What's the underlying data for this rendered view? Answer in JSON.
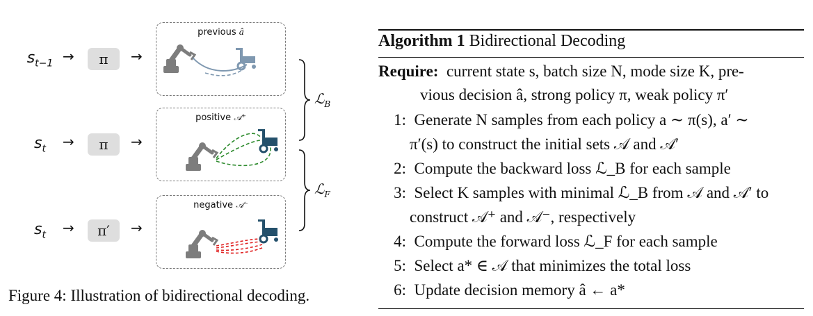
{
  "figure": {
    "rows": [
      {
        "state": "s",
        "state_sub": "t−1",
        "policy": "π",
        "panel_label_text": "previous ",
        "panel_label_sym": "â"
      },
      {
        "state": "s",
        "state_sub": "t",
        "policy": "π",
        "panel_label_text": "positive ",
        "panel_label_sym": "𝒜⁺"
      },
      {
        "state": "s",
        "state_sub": "t",
        "policy": "π′",
        "panel_label_text": "negative ",
        "panel_label_sym": "𝒜⁻"
      }
    ],
    "arrow": "→",
    "loss_backward": {
      "symbol": "ℒ",
      "sub": "B"
    },
    "loss_forward": {
      "symbol": "ℒ",
      "sub": "F"
    },
    "caption": "Figure 4: Illustration of bidirectional decoding.",
    "colors": {
      "robot": "#7d7d7d",
      "target": "#24506b",
      "previous_path": "#7f98b0",
      "positive_path": "#2e8b2e",
      "negative_path": "#e02020",
      "policy_box": "#dedede"
    }
  },
  "algorithm": {
    "label": "Algorithm 1",
    "title": " Bidirectional Decoding",
    "require_label": "Require:",
    "require_line1": "current state s, batch size N, mode size K, pre-",
    "require_line2": "vious decision â, strong policy π, weak policy π′",
    "steps": [
      {
        "num": "1:",
        "line1": "Generate N samples from each policy a ∼ π(s), a′ ∼",
        "line2": "π′(s) to construct the initial sets 𝒜 and 𝒜′"
      },
      {
        "num": "2:",
        "line1": "Compute the backward loss ℒ_B for each sample"
      },
      {
        "num": "3:",
        "line1": "Select K samples with minimal ℒ_B from 𝒜 and 𝒜′ to",
        "line2": "construct 𝒜⁺ and 𝒜⁻, respectively"
      },
      {
        "num": "4:",
        "line1": "Compute the forward loss ℒ_F for each sample"
      },
      {
        "num": "5:",
        "line1": "Select a* ∈ 𝒜 that minimizes the total loss"
      },
      {
        "num": "6:",
        "line1": "Update decision memory â ← a*"
      }
    ]
  }
}
